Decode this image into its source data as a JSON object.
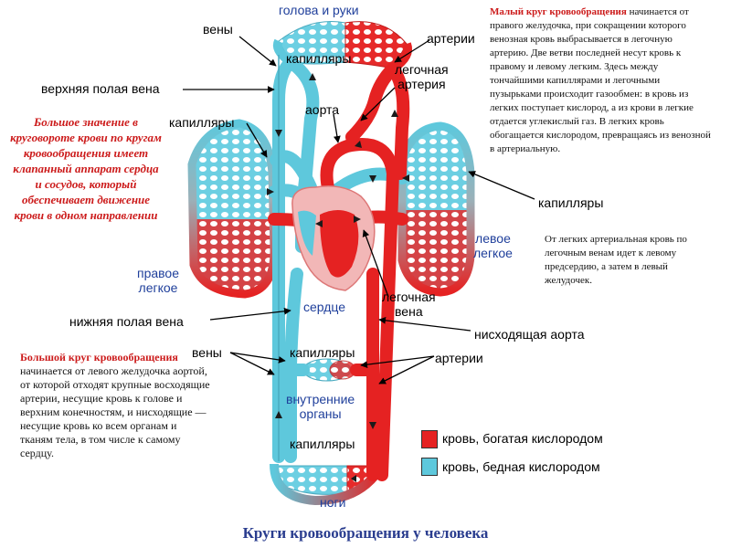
{
  "labels": {
    "head_arms": "голова и руки",
    "veins_top": "вены",
    "capillaries_top": "капилляры",
    "arteries_top": "артерии",
    "pulmonary_artery": "легочная\nартерия",
    "superior_vena_cava": "верхняя полая вена",
    "aorta": "аорта",
    "capillaries_left": "капилляры",
    "capillaries_right": "капилляры",
    "right_lung": "правое\nлегкое",
    "left_lung": "левое\nлегкое",
    "heart": "сердце",
    "pulmonary_vein": "легочная\nвена",
    "inferior_vena_cava": "нижняя полая вена",
    "descending_aorta": "нисходящая аорта",
    "veins_bottom": "вены",
    "capillaries_mid": "капилляры",
    "arteries_bottom": "артерии",
    "internal_organs": "внутренние\nорганы",
    "capillaries_bottom": "капилляры",
    "legs": "ноги"
  },
  "notes": {
    "small_circle_title": "Малый круг кровообращения",
    "small_circle_text": " начинается от правого желудочка, при сокращении которого венозная кровь выбрасывается в легочную артерию. Две ветви последней несут кровь к правому и левому легким. Здесь между тончайшими капиллярами и легочными пузырьками происходит газообмен: в кровь из легких поступает кислород, а из крови в легкие отдается углекислый газ. В легких кровь обогащается кислородом, превращаясь из венозной в артериальную.",
    "valves_text": "Большое значение в круговороте крови по кругам кровообращения имеет клапанный аппарат сердца и сосудов, который обеспечивает движение крови в одном направлении",
    "pulmonary_veins_text": "От легких артериальная кровь по легочным венам идет к левому предсердию, а затем в левый желудочек.",
    "big_circle_title": "Большой круг кровообращения",
    "big_circle_text": " начинается от левого желудочка аортой, от которой отходят крупные восходящие артерии, несущие кровь к голове и верхним конечностям, и нисходящие — несущие кровь ко всем органам и тканям тела, в том числе к самому сердцу."
  },
  "legend": {
    "oxygen_rich": "кровь, богатая кислородом",
    "oxygen_poor": "кровь, бедная кислородом",
    "oxygen_rich_color": "#e52222",
    "oxygen_poor_color": "#5ec8dc"
  },
  "caption": "Круги кровообращения у человека"
}
